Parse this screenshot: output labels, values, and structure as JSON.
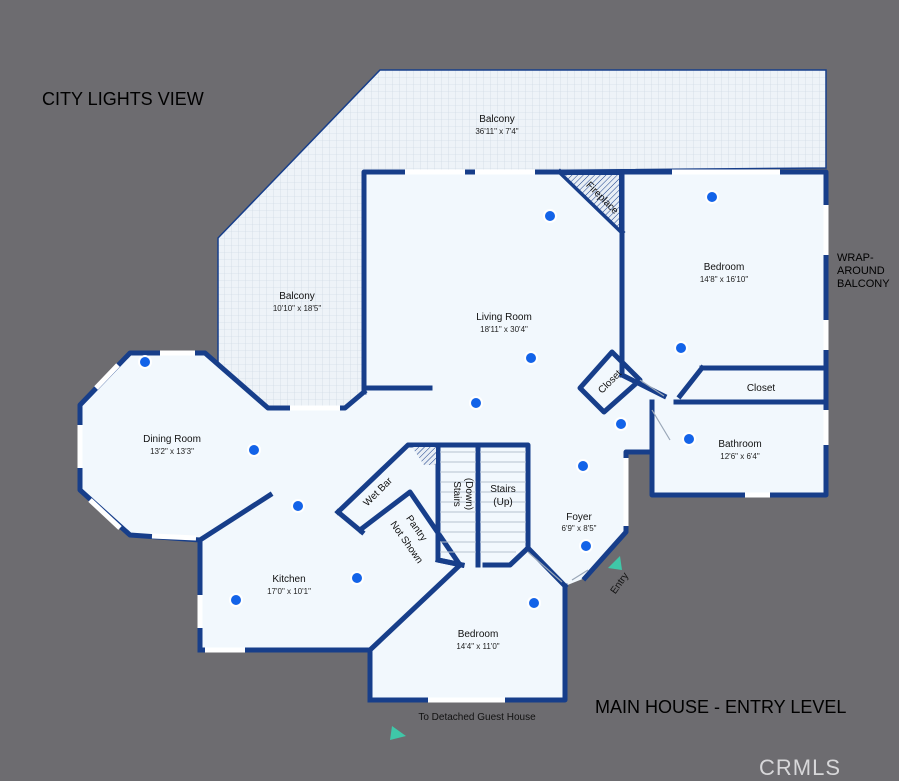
{
  "labels": {
    "city_lights": "CITY LIGHTS VIEW",
    "main_house": "MAIN HOUSE - ENTRY LEVEL",
    "wrap1": "WRAP-",
    "wrap2": "AROUND",
    "wrap3": "BALCONY",
    "to_guest": "To Detached Guest House",
    "entry": "Entry",
    "watermark": "CRMLS"
  },
  "rooms": {
    "balcony_top": {
      "name": "Balcony",
      "dims": "36'11\" x 7'4\""
    },
    "balcony_left": {
      "name": "Balcony",
      "dims": "10'10\" x 18'5\""
    },
    "living": {
      "name": "Living Room",
      "dims": "18'11\" x 30'4\""
    },
    "bedroom_ne": {
      "name": "Bedroom",
      "dims": "14'8\" x 16'10\""
    },
    "dining": {
      "name": "Dining Room",
      "dims": "13'2\" x 13'3\""
    },
    "kitchen": {
      "name": "Kitchen",
      "dims": "17'0\" x 10'1\""
    },
    "bedroom_s": {
      "name": "Bedroom",
      "dims": "14'4\" x 11'0\""
    },
    "bathroom": {
      "name": "Bathroom",
      "dims": "12'6\" x 6'4\""
    },
    "foyer": {
      "name": "Foyer",
      "dims": "6'9\" x 8'5\""
    },
    "closet_right": {
      "name": "Closet"
    },
    "closet_small": {
      "name": "Closet"
    },
    "fireplace": {
      "name": "Fireplace"
    },
    "wet_bar": {
      "name": "Wet Bar"
    },
    "pantry1": {
      "name": "Pantry"
    },
    "pantry2": {
      "name": "Not Shown"
    },
    "stairs_down1": {
      "name": "Stairs"
    },
    "stairs_down2": {
      "name": "(Down)"
    },
    "stairs_up1": {
      "name": "Stairs"
    },
    "stairs_up2": {
      "name": "(Up)"
    }
  },
  "colors": {
    "background": "#6d6c70",
    "floor": "#f2f8fd",
    "wall": "#173e8a",
    "marker": "#1363e8",
    "arrow": "#3fc7a8"
  }
}
